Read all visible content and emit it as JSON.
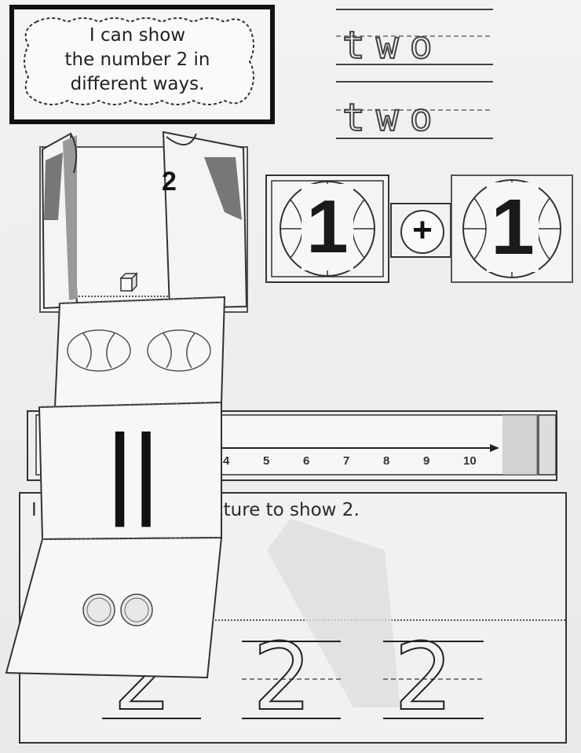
{
  "title": {
    "line1": "I can show",
    "line2": "the number 2 in",
    "line3": "different ways."
  },
  "tracing": {
    "words": [
      "two",
      "two"
    ]
  },
  "addition": {
    "left_number": "1",
    "operator": "+",
    "right_number": "1"
  },
  "jersey": {
    "number": "2"
  },
  "number_line": {
    "ticks": [
      "4",
      "5",
      "6",
      "7",
      "8",
      "9",
      "10"
    ]
  },
  "draw_prompt": {
    "visible_start": "I",
    "visible_end": "cture to show 2."
  },
  "tally": "||",
  "trace_digits": [
    "2",
    "2",
    "2"
  ],
  "colors": {
    "ink": "#222222",
    "paper": "#f4f4f4",
    "gray_sleeve": "#8a8a8a"
  }
}
